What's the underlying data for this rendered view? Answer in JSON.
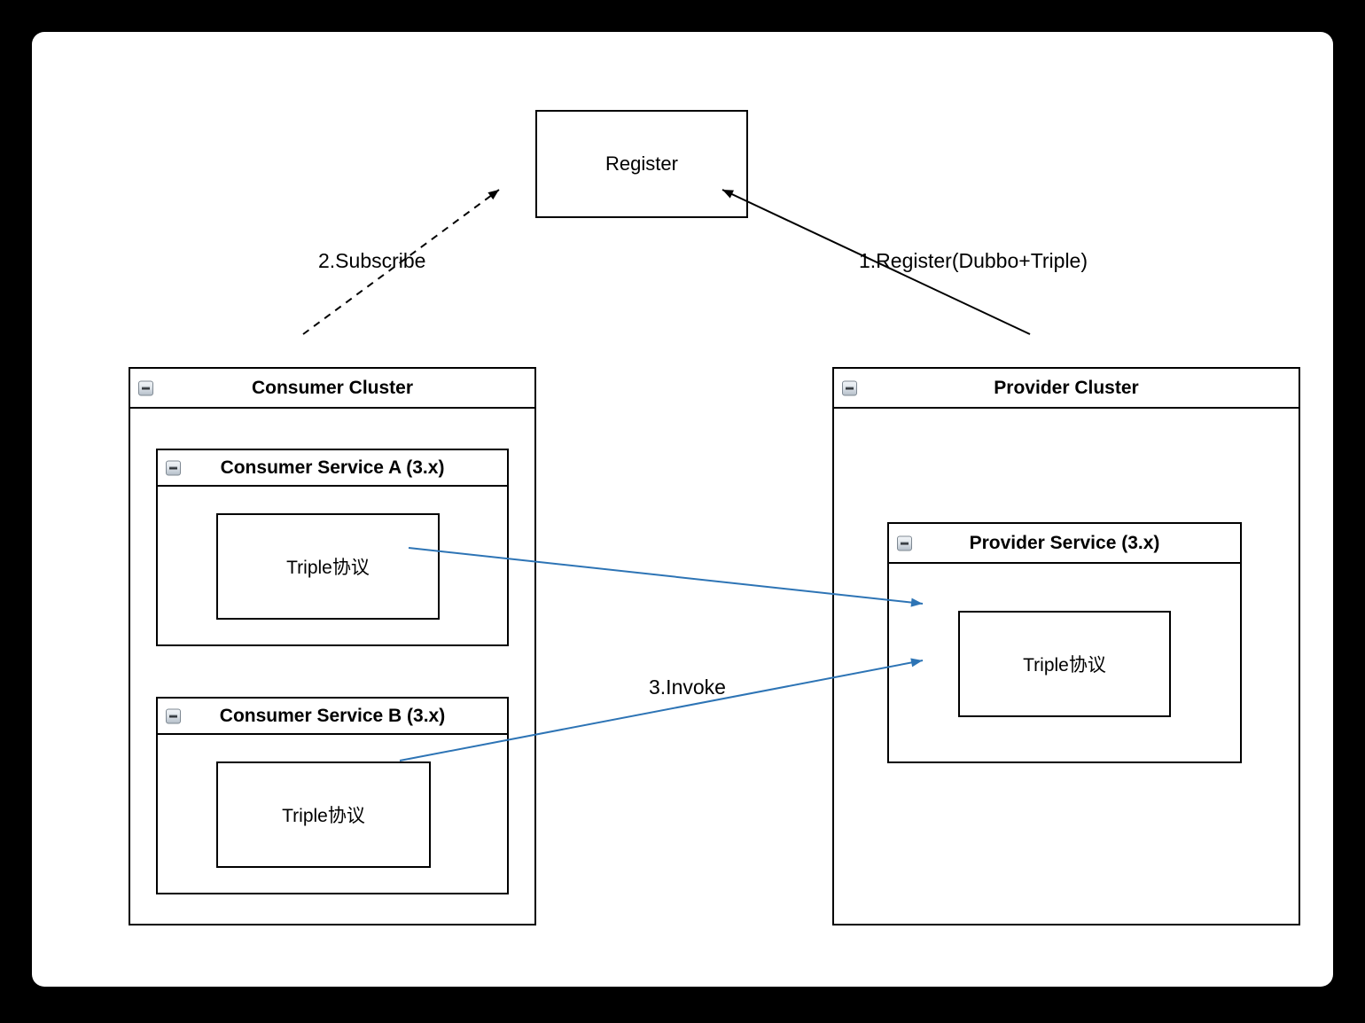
{
  "colors": {
    "line": "#000000",
    "invoke_arrow": "#2d74b5",
    "canvas_bg": "#ffffff",
    "frame_bg": "#000000"
  },
  "icons": {
    "collapse": "collapse-minus-icon"
  },
  "nodes": {
    "register": {
      "label": "Register"
    },
    "consumer_cluster": {
      "title": "Consumer Cluster"
    },
    "consumer_service_a": {
      "title": "Consumer Service A (3.x)",
      "child": "Triple协议"
    },
    "consumer_service_b": {
      "title": "Consumer Service B (3.x)",
      "child": "Triple协议"
    },
    "provider_cluster": {
      "title": "Provider Cluster"
    },
    "provider_service": {
      "title": "Provider Service (3.x)",
      "child": "Triple协议"
    }
  },
  "edges": {
    "subscribe": {
      "label": "2.Subscribe",
      "style": "dashed",
      "from": "Consumer Cluster",
      "to": "Register"
    },
    "register": {
      "label": "1.Register(Dubbo+Triple)",
      "style": "solid",
      "from": "Provider Cluster",
      "to": "Register"
    },
    "invoke": {
      "label": "3.Invoke",
      "style": "solid-blue",
      "from": "Consumer Triple协议",
      "to": "Provider Triple协议"
    }
  }
}
